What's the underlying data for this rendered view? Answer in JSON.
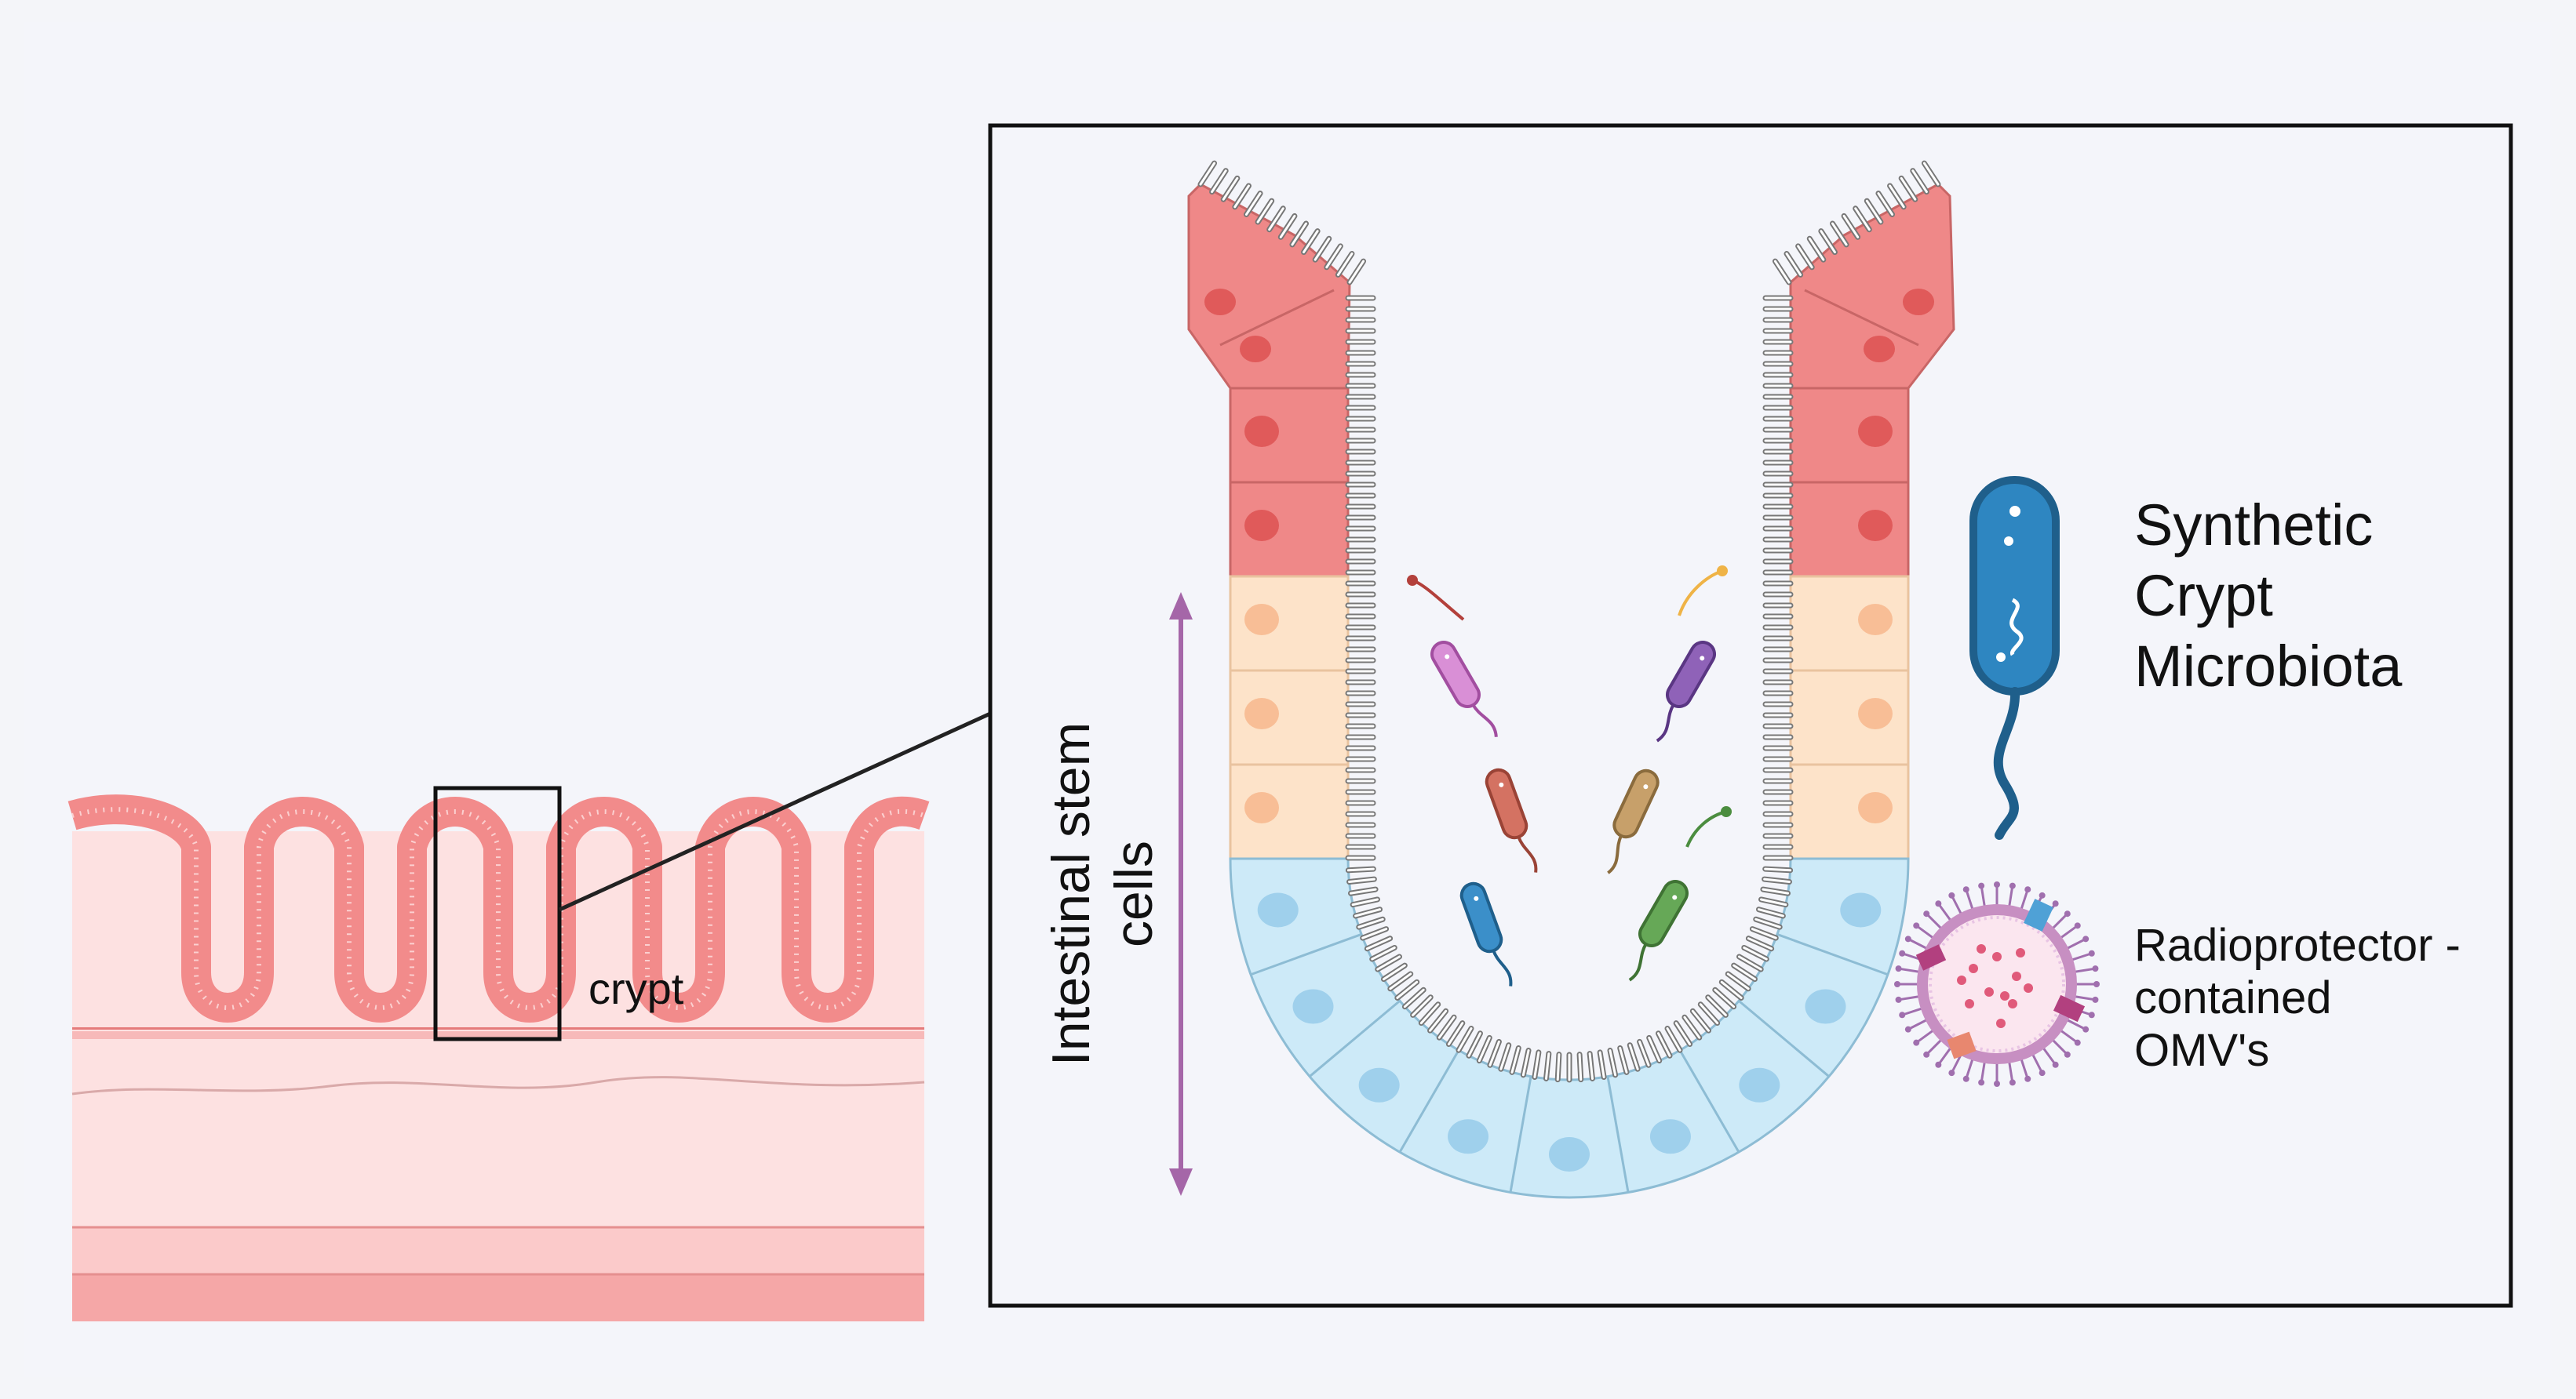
{
  "labels": {
    "crypt": "crypt",
    "stem_cells": [
      "Intestinal stem",
      "cells"
    ],
    "legend_bacteria": [
      "Synthetic",
      "Crypt",
      "Microbiota"
    ],
    "legend_omv": [
      "Radioprotector -",
      "contained",
      "OMV's"
    ]
  },
  "colors": {
    "tissue_pink": "#f28b8b",
    "tissue_light": "#fde1e1",
    "red_cell": "#ef8888",
    "red_nucleus": "#e05a5a",
    "peach_cell": "#fde3c9",
    "peach_nucleus": "#f8be96",
    "blue_cell": "#cdeaf8",
    "blue_nucleus": "#9fd0ec",
    "arrow_purple": "#a566a8",
    "bacterium_blue": "#2e86c1"
  },
  "icons": {
    "bacteria": [
      "pink-bacterium-icon",
      "purple-bacterium-icon",
      "red-bacterium-icon",
      "tan-bacterium-icon",
      "blue-bacterium-icon",
      "green-bacterium-icon"
    ],
    "legend": [
      "bacterium-icon",
      "omv-vesicle-icon"
    ]
  }
}
